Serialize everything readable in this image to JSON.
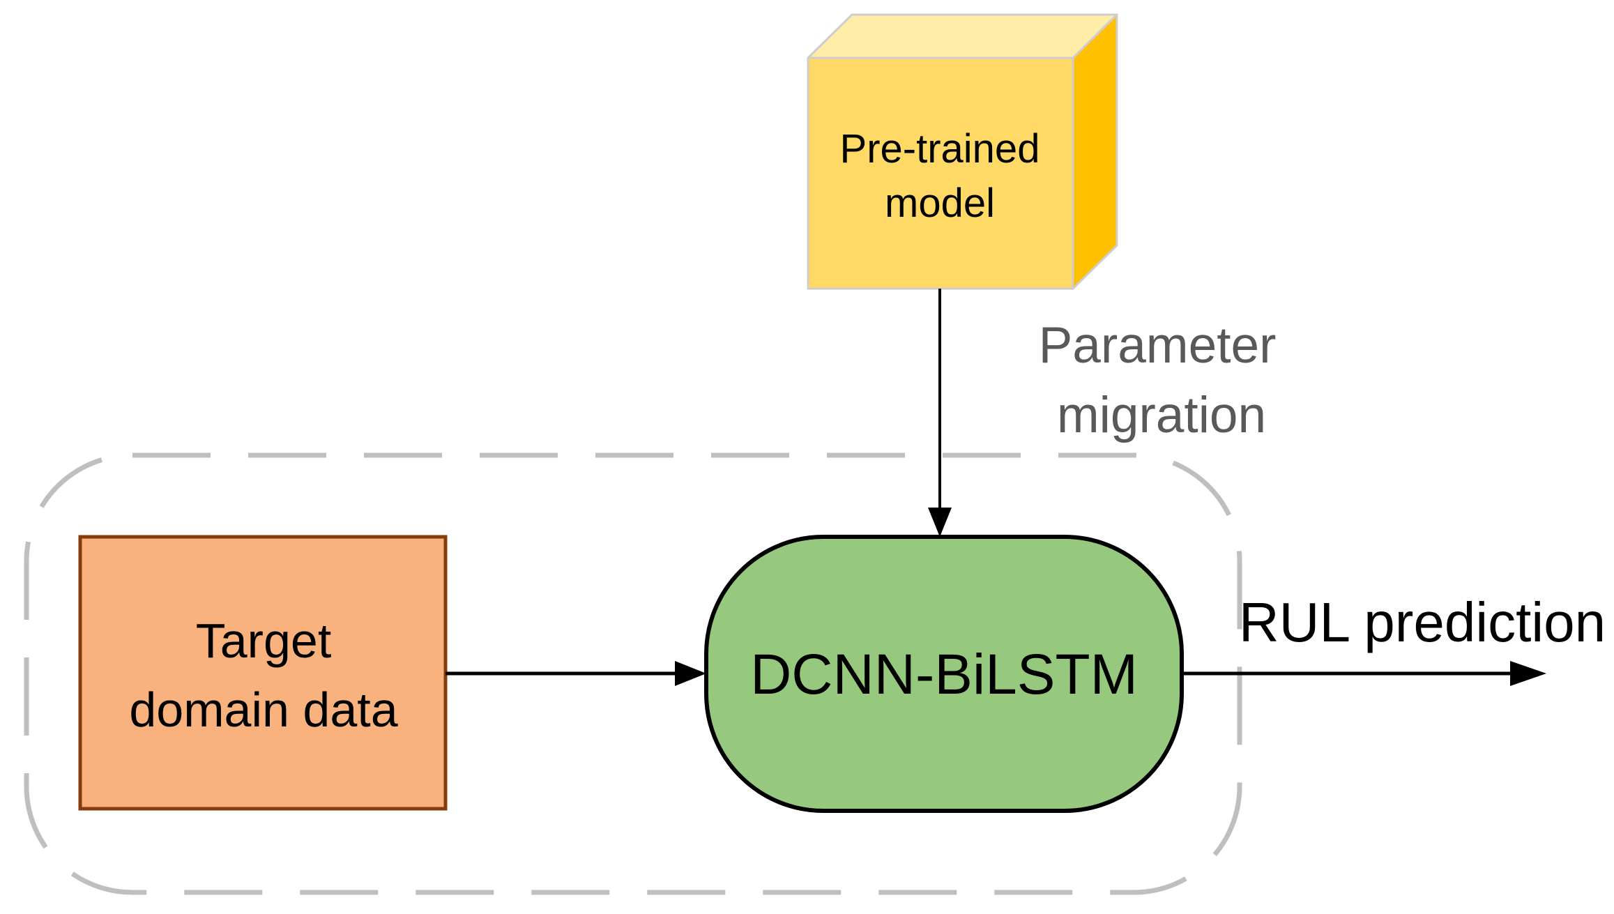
{
  "diagram": {
    "cube": {
      "line1": "Pre-trained",
      "line2": "model"
    },
    "parameter_label": {
      "line1": "Parameter",
      "line2": "migration"
    },
    "target_box": {
      "line1": "Target",
      "line2": "domain data"
    },
    "model_box": {
      "label": "DCNN-BiLSTM"
    },
    "rul_label": "RUL prediction",
    "colors": {
      "cube_front": "#FFD966",
      "cube_top": "#FFECA6",
      "cube_side": "#FFC000",
      "cube_border": "#CFCDCD",
      "target_fill": "#F9B27D",
      "target_border": "#843C0C",
      "model_fill": "#96C97D",
      "model_border": "#000000",
      "dash_border": "#BFBFBF",
      "gray_text": "#595959",
      "black": "#000000"
    }
  }
}
